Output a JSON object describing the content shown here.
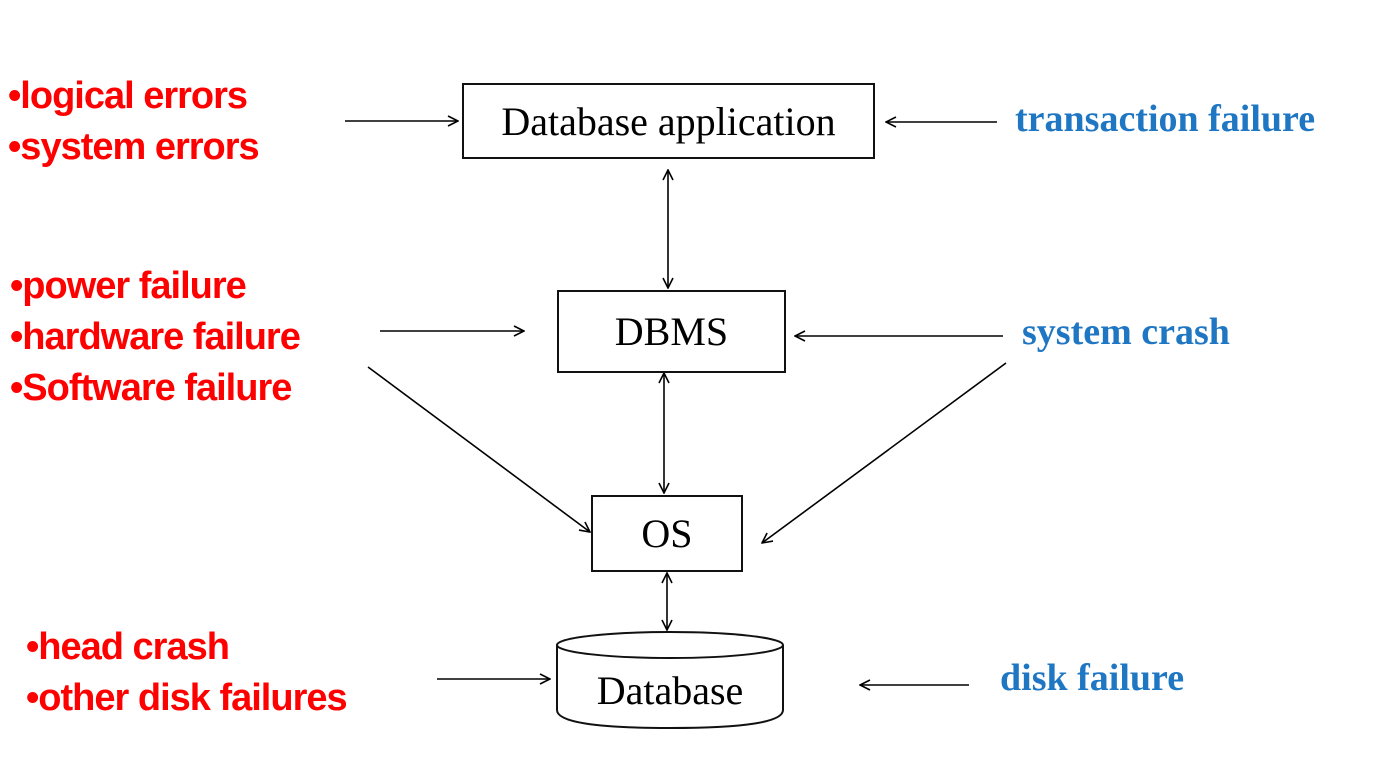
{
  "components": {
    "app": "Database application",
    "dbms": "DBMS",
    "os": "OS",
    "database": "Database"
  },
  "causes": {
    "transaction": [
      "•logical errors",
      "•system errors"
    ],
    "system": [
      "•power failure",
      "•hardware failure",
      "•Software failure"
    ],
    "disk": [
      "•head crash",
      "•other disk failures"
    ]
  },
  "failure_types": {
    "transaction": "transaction failure",
    "system": "system crash",
    "disk": "disk failure"
  },
  "colors": {
    "cause": "#ff0000",
    "failure_type": "#1f77c4",
    "line": "#000000"
  }
}
